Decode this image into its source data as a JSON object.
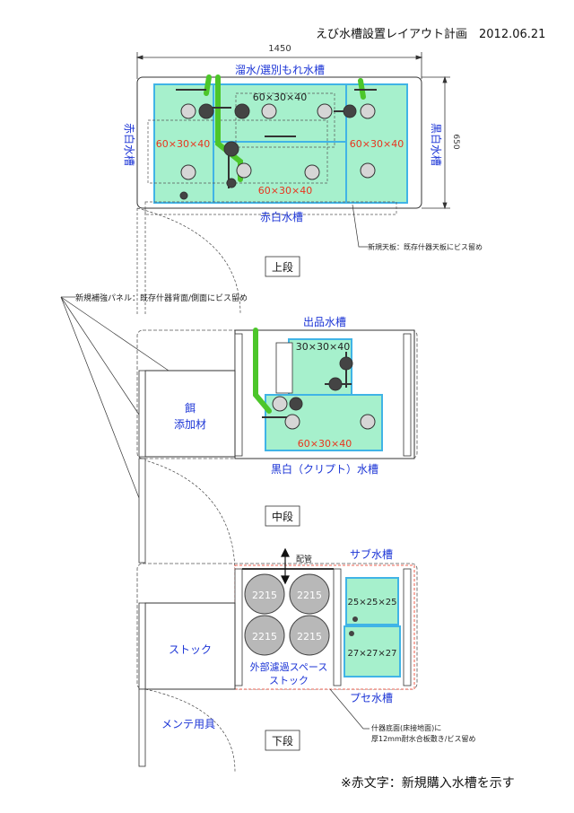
{
  "page_title": "えび水槽設置レイアウト計画　2012.06.21",
  "footer_note": "※赤文字：新規購入水槽を示す",
  "colors": {
    "tank_fill": "#a6f0cc",
    "tank_border": "#40b4e6",
    "pipe": "#4cc62a",
    "blue_text": "#1c35d6",
    "red_text": "#e8341e",
    "dark": "#333333"
  },
  "upper": {
    "label": "上段",
    "dim_width": "1450",
    "dim_height": "650",
    "label_top": "溜水/選別もれ水槽",
    "label_left": "赤白水槽",
    "label_right": "黒白水槽",
    "label_bottom": "赤白水槽",
    "tank_top_size": "60×30×40",
    "tank_left_size": "60×30×40",
    "tank_bottom_size": "60×30×40",
    "tank_right_size": "60×30×40",
    "note_board": "新規天板：既存什器天板にビス留め"
  },
  "middle": {
    "label": "中段",
    "note_panel": "新規補強パネル：既存什器背面/側面にビス留め",
    "label_shipping": "出品水槽",
    "label_black_white": "黒白（クリプト）水槽",
    "tank_small_size": "30×30×40",
    "tank_large_size": "60×30×40",
    "box_line1": "餌",
    "box_line2": "添加材"
  },
  "lower": {
    "label": "下段",
    "label_piping": "配管",
    "label_sub_tank": "サブ水槽",
    "label_puse_tank": "プセ水槽",
    "filter_model": "2215",
    "label_filter_space": "外部濾過スペース",
    "label_stock_center": "ストック",
    "label_stock_left": "ストック",
    "label_maintenance": "メンテ用具",
    "tank_top_size": "25×25×25",
    "tank_bottom_size": "27×27×27",
    "note_floor_line1": "什器底面(床接地面)に",
    "note_floor_line2": "厚12mm耐水合板敷き/ビス留め"
  }
}
